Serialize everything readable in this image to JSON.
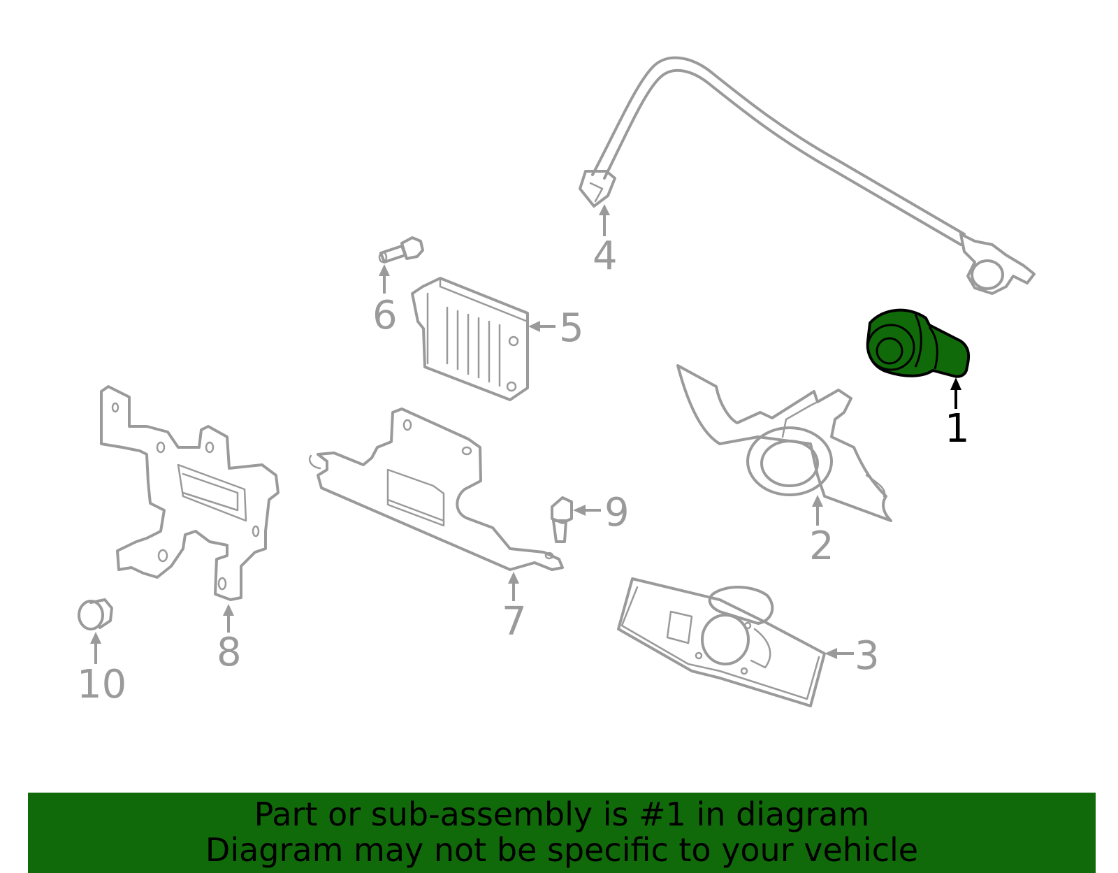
{
  "diagram": {
    "highlighted_part": "1",
    "callouts": [
      "1",
      "2",
      "3",
      "4",
      "5",
      "6",
      "7",
      "8",
      "9",
      "10"
    ]
  },
  "banner": {
    "line1": "Part or sub-assembly is #1 in diagram",
    "line2": "Diagram may not be specific to your vehicle",
    "color": "#116a0a"
  },
  "colors": {
    "highlight": "#116a0a",
    "line_art": "#9a9a9a"
  }
}
